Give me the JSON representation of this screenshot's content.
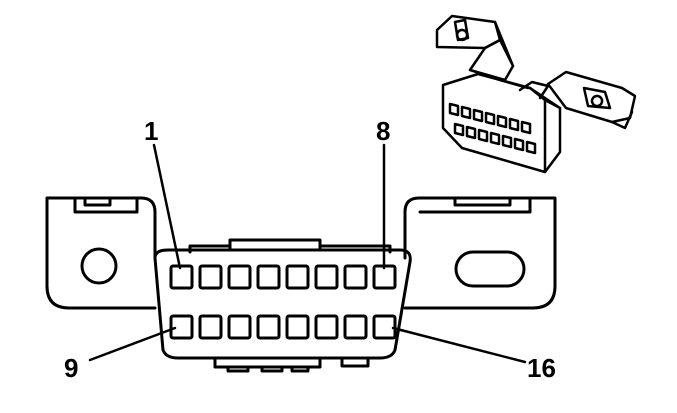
{
  "pin_labels": {
    "top_first": "1",
    "top_last": "8",
    "bottom_first": "9",
    "bottom_last": "16"
  },
  "colors": {
    "line": "#000000",
    "background": "#ffffff"
  }
}
